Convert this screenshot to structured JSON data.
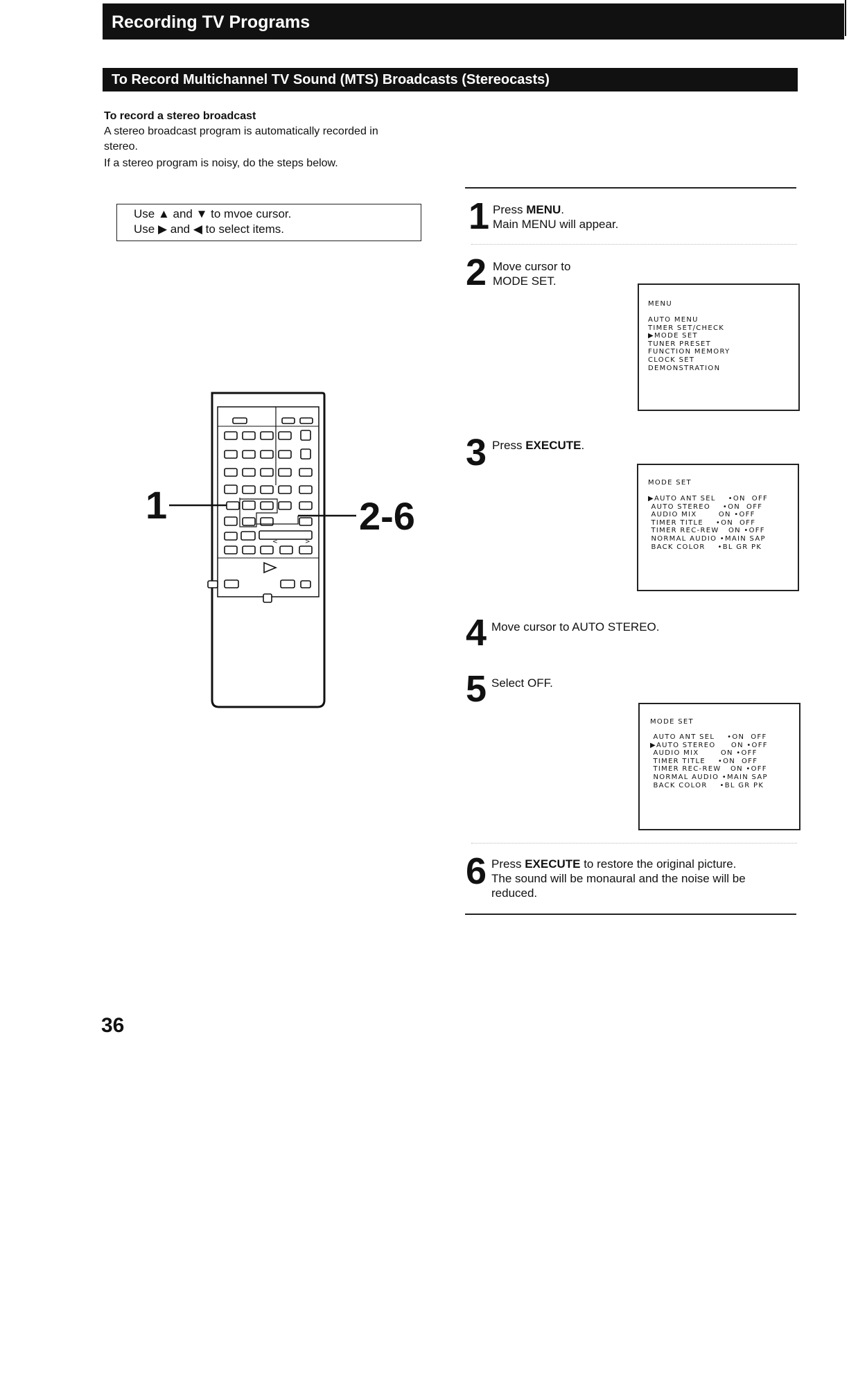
{
  "header": {
    "title": "Recording TV Programs"
  },
  "section": {
    "title": "To Record Multichannel TV Sound (MTS) Broadcasts (Stereocasts)"
  },
  "intro": {
    "heading": "To record a stereo broadcast",
    "line1": "A stereo broadcast program is automatically recorded in",
    "line2": "stereo.",
    "line3": "If a stereo program is noisy, do the steps below."
  },
  "hint": {
    "line1": "Use ▲ and ▼ to mvoe cursor.",
    "line2": "Use ▶ and ◀ to select items."
  },
  "callouts": {
    "left": "1",
    "right": "2-6"
  },
  "steps": [
    {
      "num": "1",
      "line1_pre": "Press ",
      "line1_bold": "MENU",
      "line1_post": ".",
      "line2": "Main MENU will appear."
    },
    {
      "num": "2",
      "line1": "Move cursor to",
      "line2": "MODE SET."
    },
    {
      "num": "3",
      "line1_pre": "Press ",
      "line1_bold": "EXECUTE",
      "line1_post": "."
    },
    {
      "num": "4",
      "line1": "Move cursor to AUTO STEREO."
    },
    {
      "num": "5",
      "line1": "Select OFF."
    },
    {
      "num": "6",
      "line1_pre": "Press ",
      "line1_bold": "EXECUTE",
      "line1_post": " to restore the original picture.",
      "line2": "The sound will be monaural and the noise will be",
      "line3": "reduced."
    }
  ],
  "screens": {
    "menu": {
      "title": "MENU",
      "lines": [
        "AUTO MENU",
        "TIMER SET/CHECK",
        "▶MODE SET",
        "TUNER PRESET",
        "FUNCTION MEMORY",
        "CLOCK SET",
        "DEMONSTRATION"
      ]
    },
    "mode_set_1": {
      "title": "MODE SET",
      "lines": [
        "▶AUTO ANT SEL    •ON  OFF",
        " AUTO STEREO    •ON  OFF",
        " AUDIO MIX       ON •OFF",
        " TIMER TITLE    •ON  OFF",
        " TIMER REC-REW   ON •OFF",
        " NORMAL AUDIO •MAIN SAP",
        " BACK COLOR    •BL GR PK"
      ]
    },
    "mode_set_2": {
      "title": "MODE SET",
      "lines": [
        " AUTO ANT SEL    •ON  OFF",
        "▶AUTO STEREO     ON •OFF",
        " AUDIO MIX       ON •OFF",
        " TIMER TITLE    •ON  OFF",
        " TIMER REC-REW   ON •OFF",
        " NORMAL AUDIO •MAIN SAP",
        " BACK COLOR    •BL GR PK"
      ]
    }
  },
  "footer": {
    "page_number": "36"
  }
}
